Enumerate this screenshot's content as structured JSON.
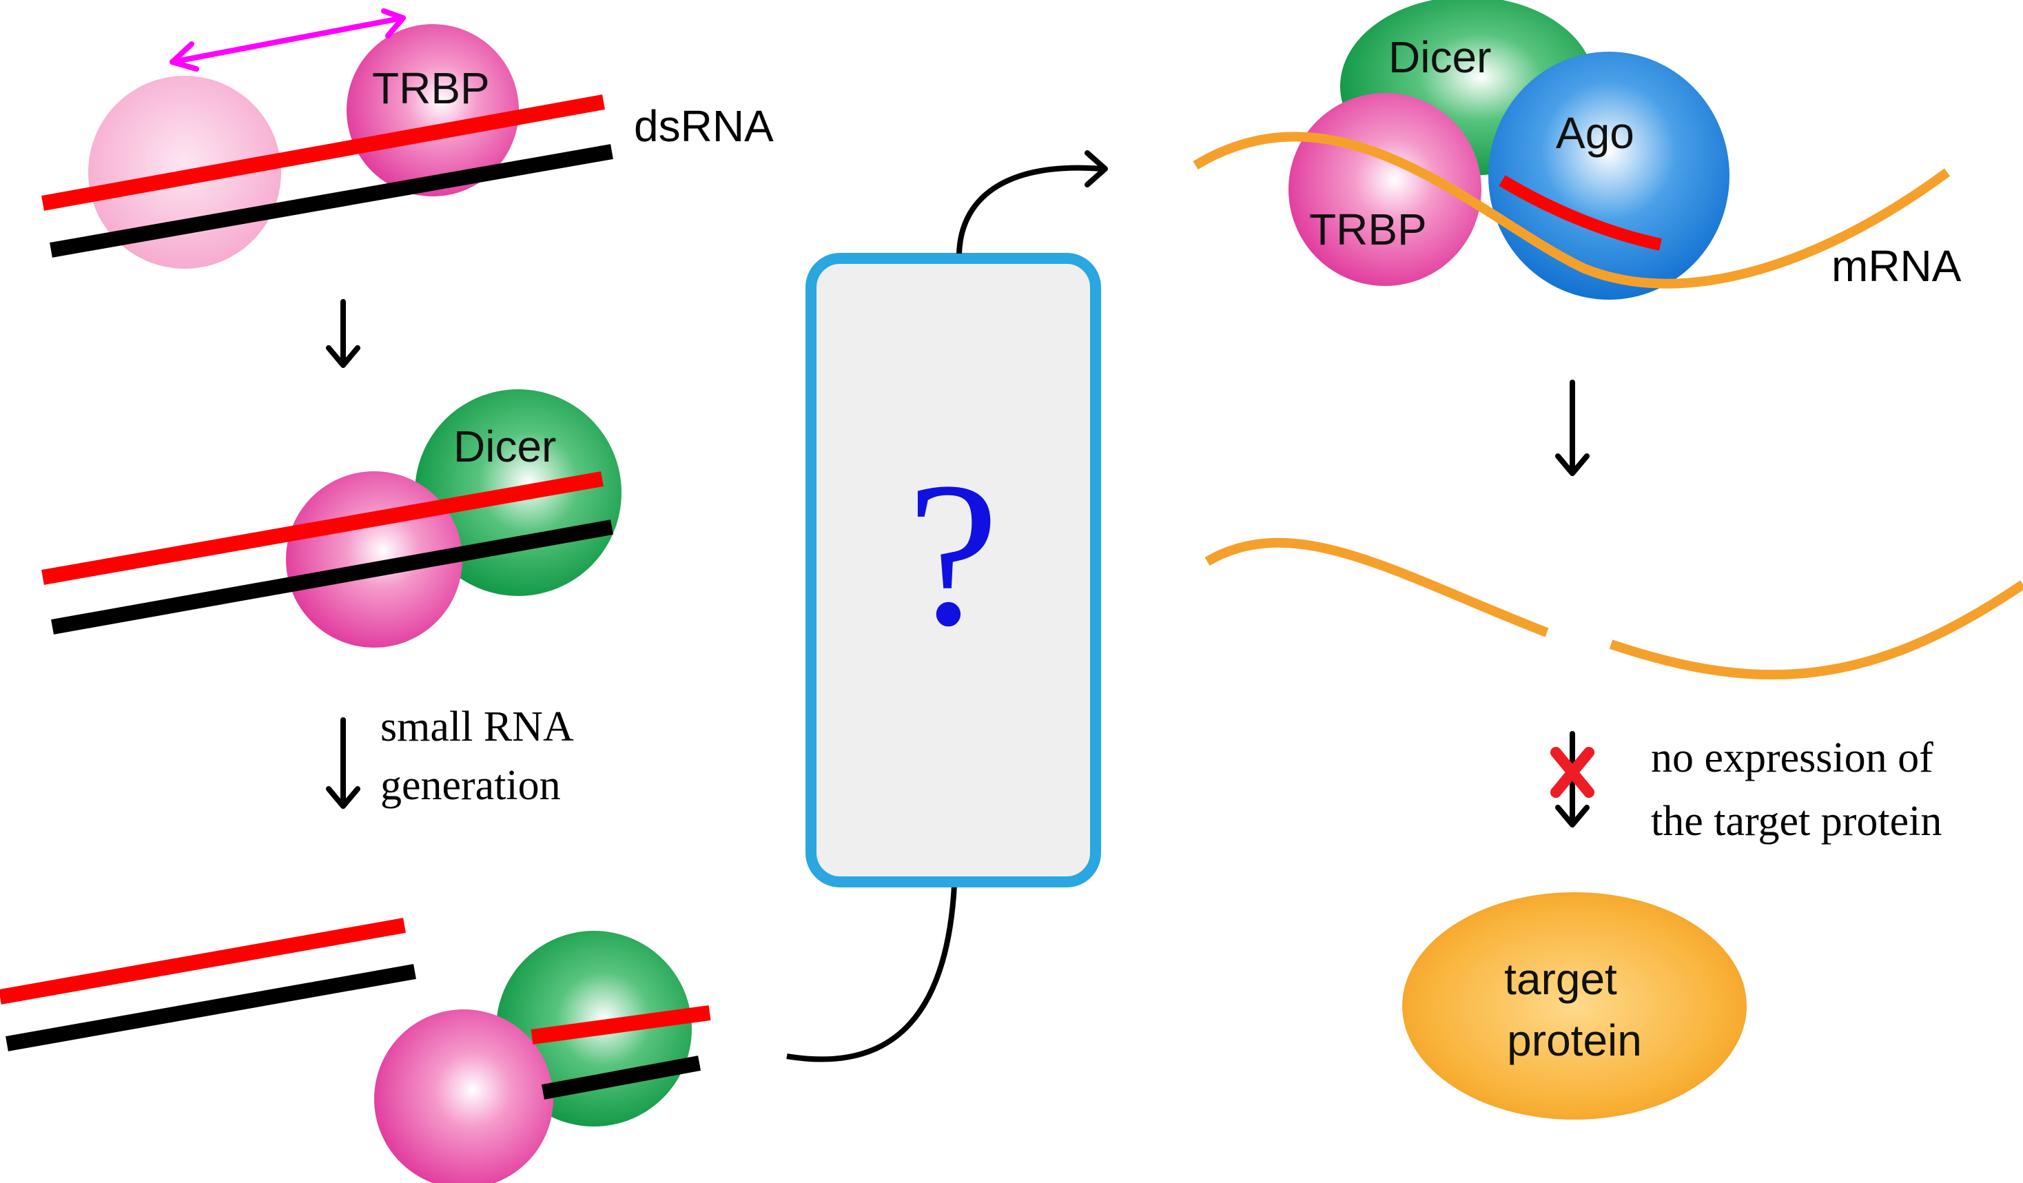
{
  "labels": {
    "trbp_top": "TRBP",
    "dsrna": "dsRNA",
    "dicer_mid": "Dicer",
    "small_rna_line1": "small RNA",
    "small_rna_line2": "generation",
    "question": "?",
    "dicer_right": "Dicer",
    "ago": "Ago",
    "trbp_right": "TRBP",
    "mrna": "mRNA",
    "no_expr_line1": "no expression of",
    "no_expr_line2": "the target protein",
    "target_line1": "target",
    "target_line2": "protein"
  },
  "colors": {
    "red_strand": "#ff0000",
    "black_strand": "#000000",
    "trbp_pink": "#e8369a",
    "trbp_light": "#f7a8cf",
    "dicer_green": "#12a04a",
    "ago_blue": "#1578d4",
    "mrna_orange": "#f6a02c",
    "protein_orange": "#f5a623",
    "double_arrow": "#ff00ff",
    "box_border": "#2aa6e0",
    "box_fill": "#efeff0",
    "question_blue": "#1010e0",
    "x_mark": "#ee1c24"
  },
  "icons": {
    "double_arrow": "double-headed-arrow-icon",
    "down_arrow": "down-arrow-icon",
    "blocked_arrow": "x-mark-icon"
  }
}
